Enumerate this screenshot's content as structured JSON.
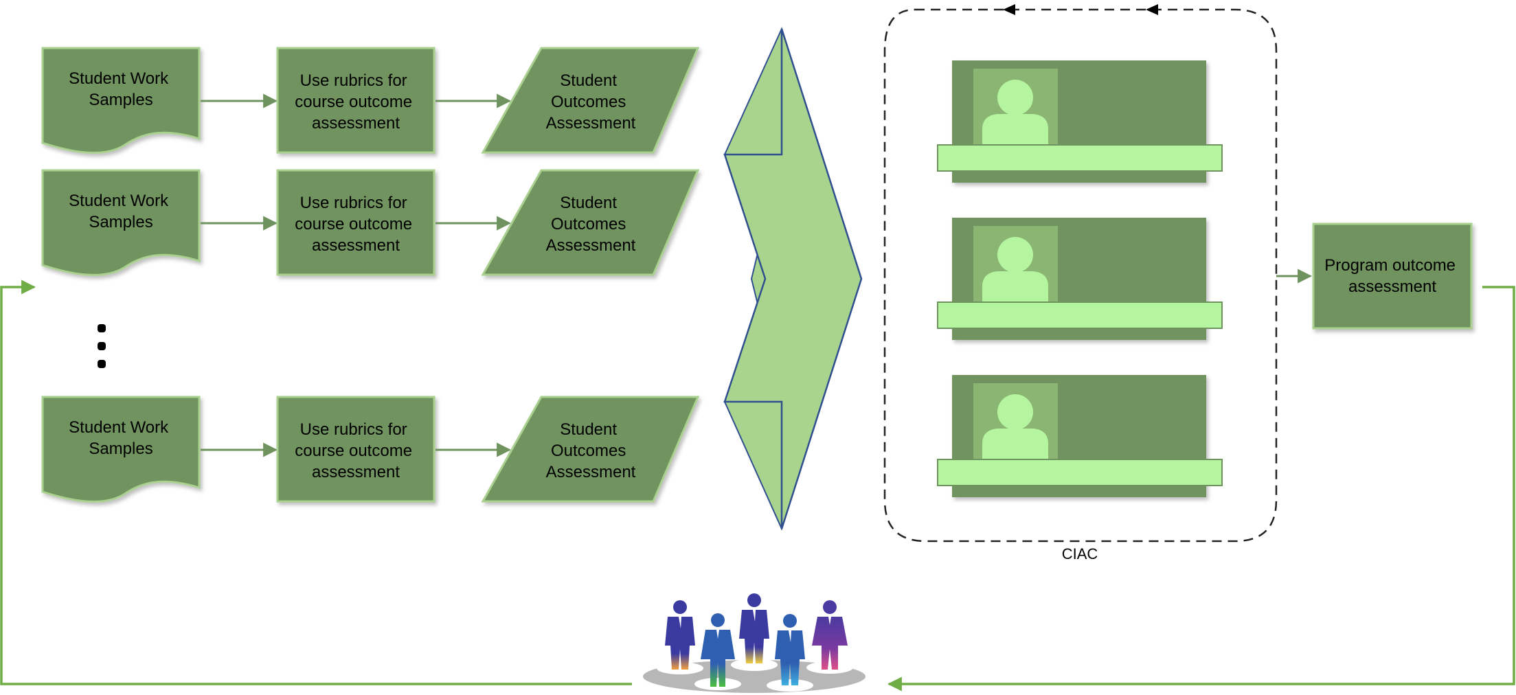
{
  "rows": [
    {
      "doc_label": [
        "Student Work",
        "Samples"
      ],
      "process_label": [
        "Use rubrics for",
        "course outcome",
        "assessment"
      ],
      "output_label": [
        "Student",
        "Outcomes",
        "Assessment"
      ]
    },
    {
      "doc_label": [
        "Student Work",
        "Samples"
      ],
      "process_label": [
        "Use rubrics for",
        "course outcome",
        "assessment"
      ],
      "output_label": [
        "Student",
        "Outcomes",
        "Assessment"
      ]
    },
    {
      "doc_label": [
        "Student Work",
        "Samples"
      ],
      "process_label": [
        "Use rubrics for",
        "course outcome",
        "assessment"
      ],
      "output_label": [
        "Student",
        "Outcomes",
        "Assessment"
      ]
    }
  ],
  "committee": {
    "label": "CIAC",
    "member_count": 3
  },
  "program": {
    "label": [
      "Program outcome",
      "assessment"
    ]
  },
  "colors": {
    "box_fill": "#6f935f",
    "box_border": "#a9d08e",
    "arrow_fill": "#a8d48e",
    "arrow_border": "#2f4f8f",
    "avatar_fill": "#b5f5a0",
    "bar_fill": "#b5f5a0",
    "connector": "#6f935f",
    "feedback_line": "#70ad47",
    "people": [
      "#3b3aa0",
      "#2f6fbf",
      "#d45a8a",
      "#7fbf3f",
      "#f2c04a"
    ]
  },
  "icons": [
    "ellipsis-icon",
    "person-avatar-icon",
    "people-group-icon"
  ]
}
